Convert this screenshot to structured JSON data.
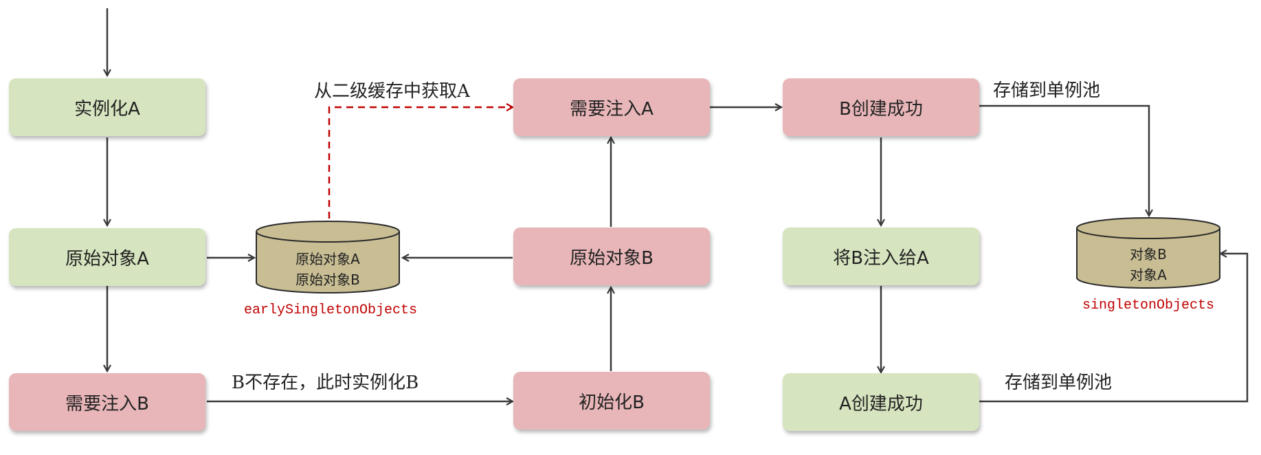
{
  "nodes": {
    "instantiate_a": "实例化A",
    "raw_object_a": "原始对象A",
    "need_inject_b": "需要注入B",
    "need_inject_a": "需要注入A",
    "raw_object_b": "原始对象B",
    "init_b": "初始化B",
    "b_created": "B创建成功",
    "inject_b_into_a": "将B注入给A",
    "a_created": "A创建成功"
  },
  "caches": {
    "early": {
      "lines": [
        "原始对象A",
        "原始对象B"
      ],
      "name": "earlySingletonObjects"
    },
    "singleton": {
      "lines": [
        "对象B",
        "对象A"
      ],
      "name": "singletonObjects"
    }
  },
  "labels": {
    "get_from_second_cache": "从二级缓存中获取A",
    "b_missing": "B不存在，此时实例化B",
    "store_pool_1": "存储到单例池",
    "store_pool_2": "存储到单例池"
  },
  "colors": {
    "green_box": "#d6e4bf",
    "pink_box": "#e8b6b8",
    "cylinder": "#c8bd93",
    "arrow": "#3a3a3a",
    "dashed_arrow": "#c00000",
    "cache_name": "#c00000"
  }
}
